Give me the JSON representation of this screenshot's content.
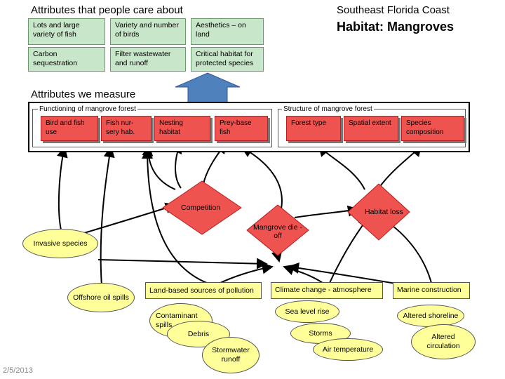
{
  "headings": {
    "care": "Attributes that people care about",
    "measure": "Attributes we measure",
    "region": "Southeast Florida Coast",
    "habitat": "Habitat: Mangroves"
  },
  "care_attributes": [
    "Lots and large variety of fish",
    "Variety and number of birds",
    "Aesthetics – on land",
    "Carbon sequestration",
    "Filter wastewater and runoff",
    "Critical habitat for protected species"
  ],
  "functioning": {
    "title": "Functioning of mangrove forest",
    "items": [
      "Bird and fish use",
      "Fish nur-sery hab.",
      "Nesting habitat",
      "Prey-base fish"
    ]
  },
  "structure": {
    "title": "Structure of mangrove forest",
    "items": [
      "Forest type",
      "Spatial extent",
      "Species composition"
    ]
  },
  "diamonds": {
    "competition": "Competition",
    "habitat_loss": "Habitat loss",
    "mangrove_dieoff": "Mangrove die -off"
  },
  "drivers": {
    "invasive": "Invasive species",
    "oil": "Offshore oil spills",
    "land_based": "Land-based sources of pollution",
    "contaminant": "Contaminant spills",
    "debris": "Debris",
    "stormwater": "Stormwater runoff",
    "climate": "Climate change - atmosphere",
    "sea_level": "Sea level rise",
    "storms": "Storms",
    "air_temp": "Air temperature",
    "marine": "Marine construction",
    "shoreline": "Altered shoreline",
    "circulation": "Altered circulation"
  },
  "date": "2/5/2013",
  "colors": {
    "care_box": "#c8e6c9",
    "measure_box": "#ef5350",
    "driver": "#ffff99",
    "up_arrow": "#4f81bd"
  }
}
